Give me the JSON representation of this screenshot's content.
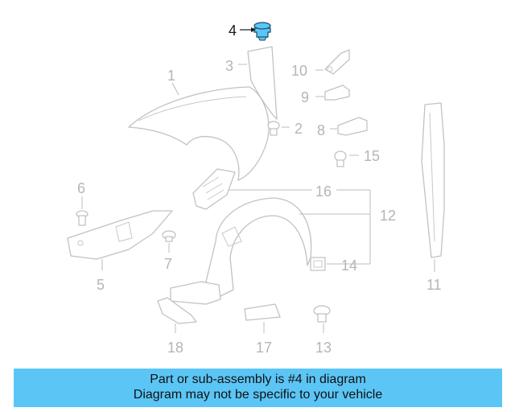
{
  "diagram": {
    "highlighted_part": "4",
    "highlight_color": "#5bc6f6",
    "labels": [
      "1",
      "2",
      "3",
      "4",
      "5",
      "6",
      "7",
      "8",
      "9",
      "10",
      "11",
      "12",
      "13",
      "14",
      "15",
      "16",
      "17",
      "18"
    ]
  },
  "banner": {
    "line1": "Part or sub-assembly is #4 in diagram",
    "line2": "Diagram may not be specific to your vehicle",
    "background": "#5bc6f6"
  }
}
